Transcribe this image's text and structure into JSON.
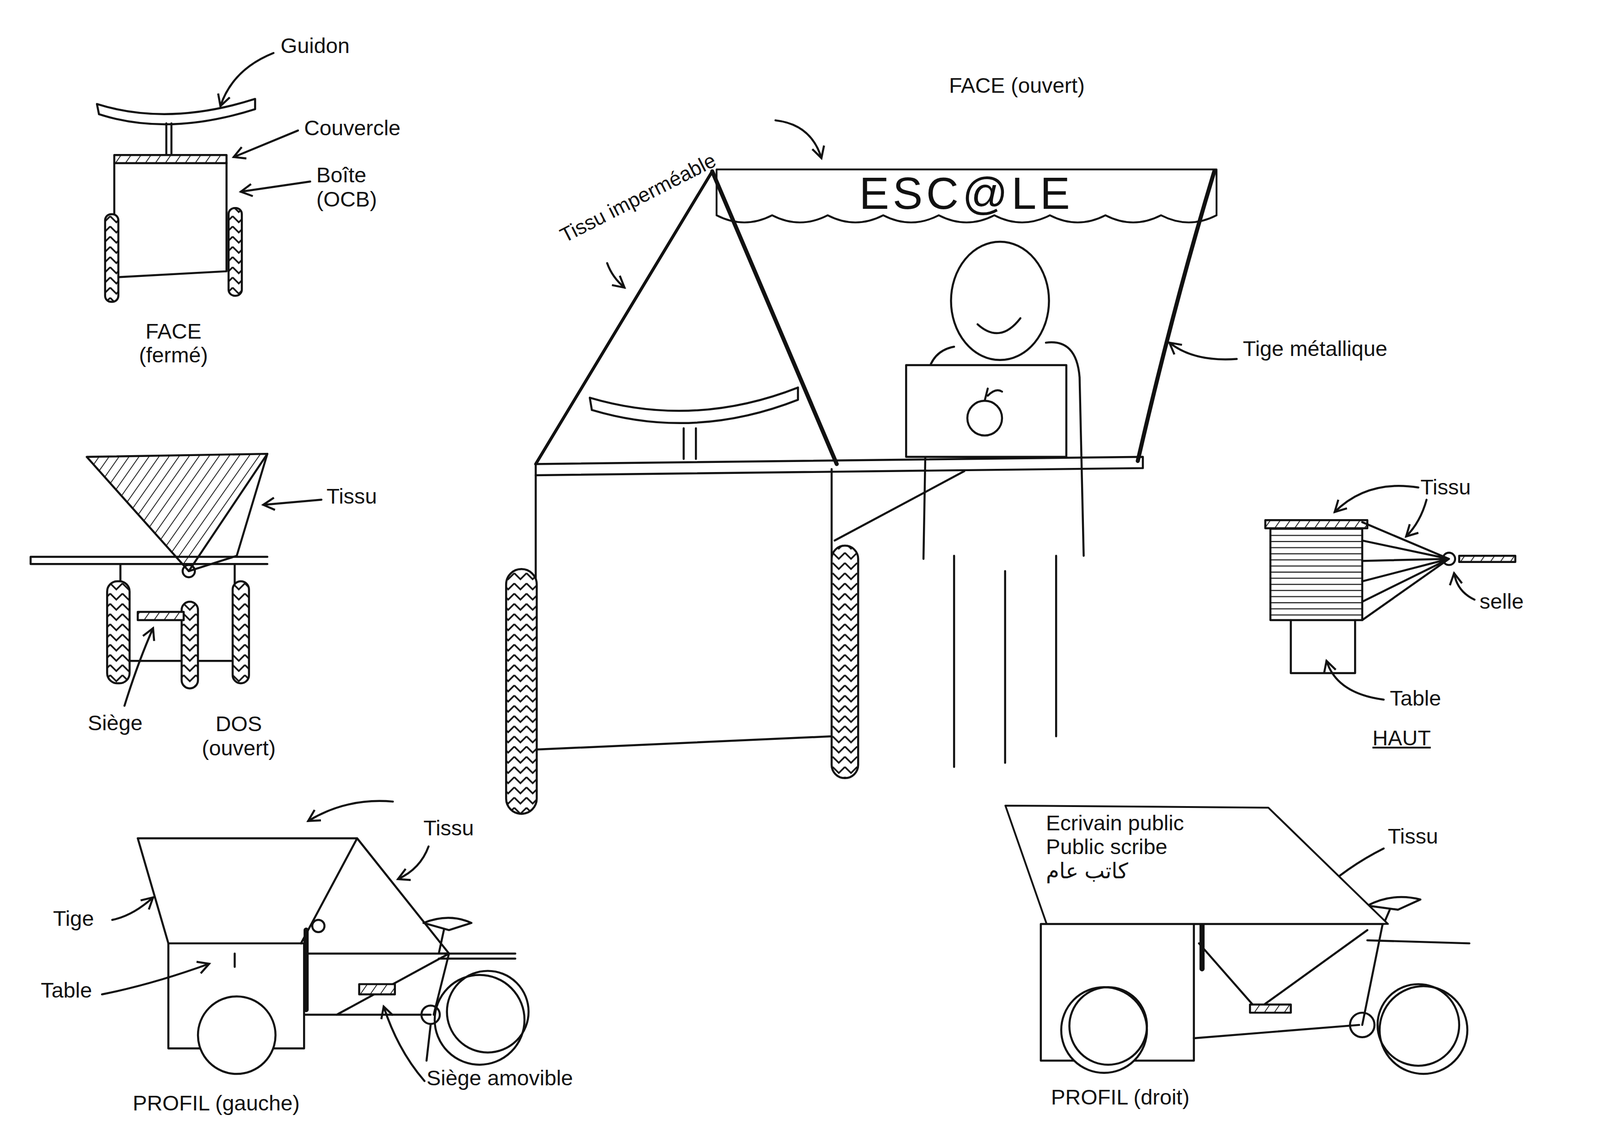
{
  "diagram": {
    "nodes": [
      {
        "text": [
          "ESC@LE"
        ]
      },
      {
        "text": [
          "Ecrivain public",
          "Public scribe",
          "كاتب عام"
        ]
      }
    ],
    "labels": [
      "Guidon",
      "Couvercle",
      "Boîte (OCB)",
      "FACE (fermé)",
      "Tissu",
      "Siège",
      "DOS (ouvert)",
      "FACE (ouvert)",
      "Tissu imperméable",
      "Tige métallique",
      "Tissu",
      "selle",
      "Table",
      "HAUT",
      "Tissu",
      "Tige",
      "Table",
      "Siège amovible",
      "PROFIL (gauche)",
      "Tissu",
      "PROFIL (droit)"
    ]
  }
}
